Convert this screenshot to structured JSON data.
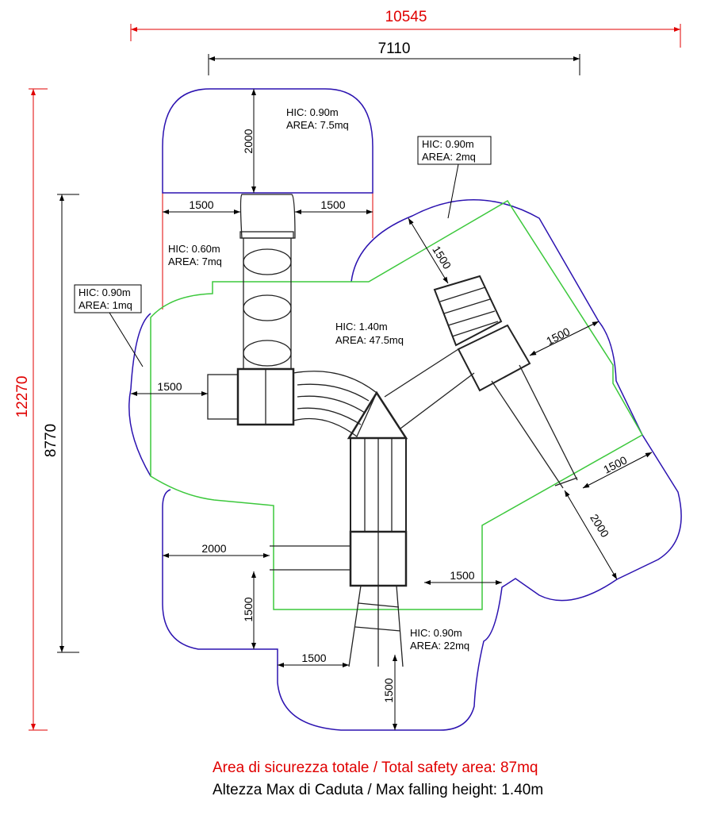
{
  "dimensions": {
    "total_width": "10545",
    "structure_width": "7110",
    "total_height": "12270",
    "structure_height": "8770",
    "top_depth": "2000",
    "top_left": "1500",
    "top_right": "1500",
    "left_clearance": "1500",
    "upper_right_clearance": "1500",
    "right_clearance": "1500",
    "lower_right_clearance": "1500",
    "slide_exit": "2000",
    "bottom_left_2000": "2000",
    "bottom_left_1500": "1500",
    "bottom_mid_1500": "1500",
    "bottom_right_1500": "1500",
    "bottom_1500": "1500"
  },
  "zones": [
    {
      "hic": "HIC: 0.90m",
      "area": "AREA: 7.5mq"
    },
    {
      "hic": "HIC: 0.90m",
      "area": "AREA: 2mq"
    },
    {
      "hic": "HIC: 0.60m",
      "area": "AREA: 7mq"
    },
    {
      "hic": "HIC: 0.90m",
      "area": "AREA: 1mq"
    },
    {
      "hic": "HIC: 1.40m",
      "area": "AREA: 47.5mq"
    },
    {
      "hic": "HIC: 0.90m",
      "area": "AREA: 22mq"
    }
  ],
  "footer": {
    "total_area": "Area di sicurezza totale / Total safety area: 87mq",
    "max_height": "Altezza Max di Caduta / Max falling height: 1.40m"
  },
  "colors": {
    "outline": "#2b12b0",
    "inner": "#3cc83c",
    "red": "#e00000"
  }
}
